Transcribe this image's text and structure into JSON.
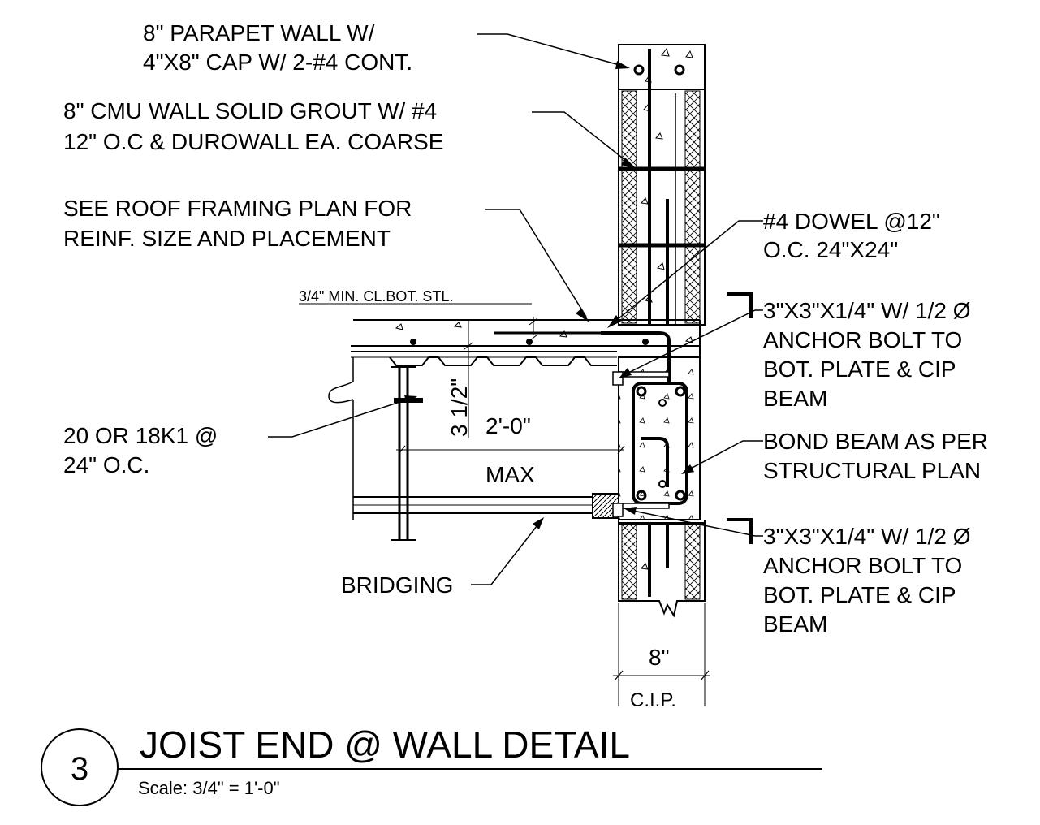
{
  "notes": {
    "parapet": [
      "8\" PARAPET WALL W/",
      "4\"X8\" CAP W/ 2-#4 CONT."
    ],
    "cmu_wall": [
      "8\" CMU WALL SOLID GROUT W/ #4",
      "12\" O.C  & DUROWALL EA. COARSE"
    ],
    "roof_framing": [
      "SEE ROOF FRAMING PLAN FOR",
      "REINF. SIZE AND PLACEMENT"
    ],
    "clearance": "3/4\" MIN. CL.BOT. STL.",
    "dowel": [
      "#4 DOWEL @12\"",
      "O.C. 24\"X24\""
    ],
    "angle_top": [
      "3\"X3\"X1/4\" W/ 1/2 Ø",
      "ANCHOR BOLT TO",
      "BOT. PLATE & CIP",
      "BEAM"
    ],
    "joist": [
      "20 OR 18K1 @",
      "24\" O.C."
    ],
    "bond_beam": [
      "BOND BEAM AS PER",
      "STRUCTURAL PLAN"
    ],
    "angle_bottom": [
      "3\"X3\"X1/4\" W/ 1/2 Ø",
      "ANCHOR BOLT TO",
      "BOT. PLATE & CIP",
      "BEAM"
    ],
    "bridging": "BRIDGING"
  },
  "dimensions": {
    "bearing_depth": "3 1/2\"",
    "span": "2'-0\"",
    "span_max": "MAX",
    "wall_width": "8\"",
    "cip": "C.I.P."
  },
  "title_block": {
    "detail_number": "3",
    "title": "JOIST END @ WALL DETAIL",
    "scale": "Scale: 3/4\" = 1'-0\""
  }
}
